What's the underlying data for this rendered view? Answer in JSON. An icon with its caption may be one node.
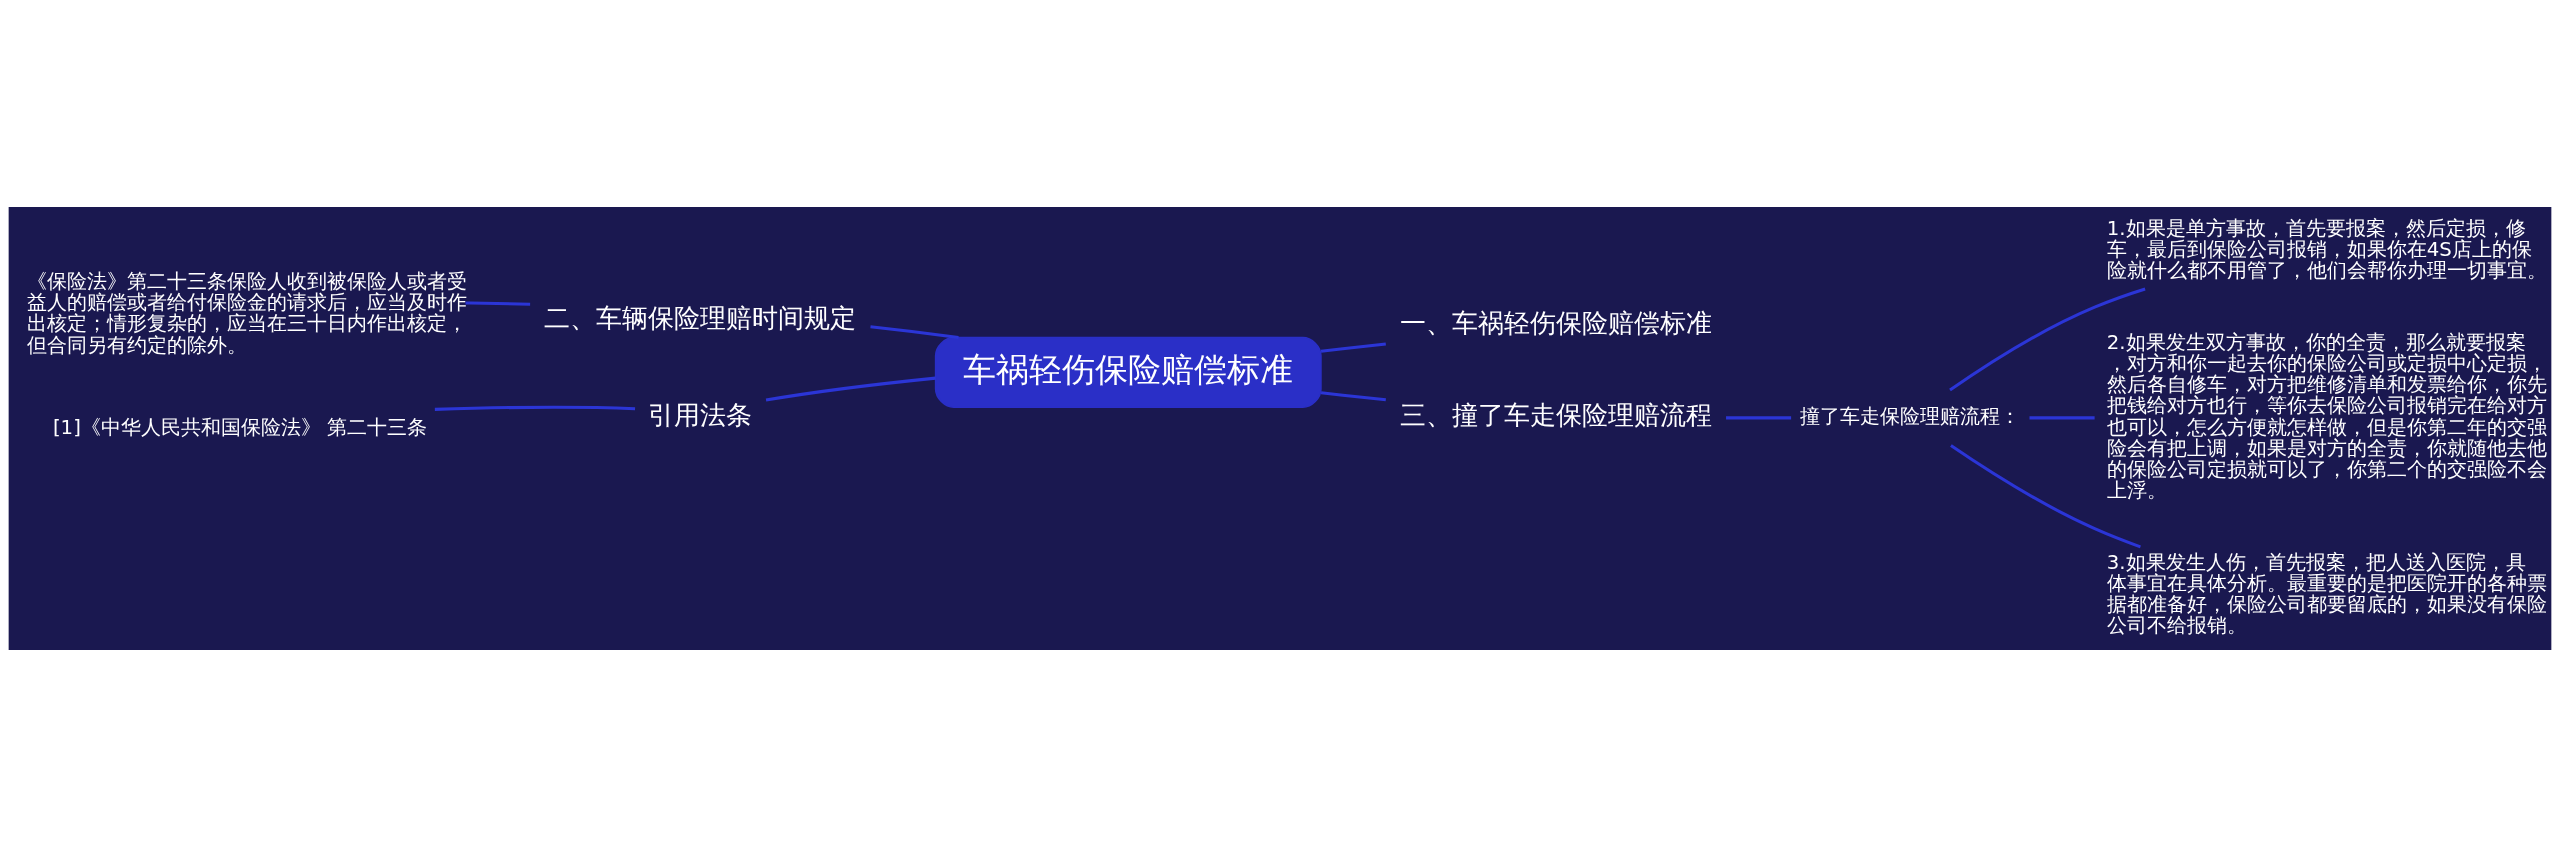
{
  "diagram": {
    "nodes": [
      {
        "text": [
          "车祸轻伤保险赔偿标准"
        ]
      },
      {
        "text": [
          "一、车祸轻伤保险赔偿标准"
        ]
      },
      {
        "text": [
          "二、车辆保险理赔时间规定"
        ]
      },
      {
        "text": [
          "《保险法》第二十三条保险人收到被保险人或者受益人的赔偿或者给付保险金的请求后，应当及时作出核定；情形复杂的，应当在三十日内作出核定，但合同另有约定的除外。"
        ]
      },
      {
        "text": [
          "引用法条"
        ]
      },
      {
        "text": [
          "[1]《中华人民共和国保险法》 第二十三条"
        ]
      },
      {
        "text": [
          "三、撞了车走保险理赔流程"
        ]
      },
      {
        "text": [
          "撞了车走保险理赔流程："
        ]
      },
      {
        "text": [
          "1.如果是单方事故，首先要报案，然后定损，修车，最后到保险公司报销，如果你在4S店上的保险就什么都不用管了，他们会帮你办理一切事宜。"
        ]
      },
      {
        "text": [
          "2.如果发生双方事故，你的全责，那么就要报案，对方和你一起去你的保险公司或定损中心定损，然后各自修车，对方把维修清单和发票给你，你先把钱给对方也行，等你去保险公司报销完在给对方也可以，怎么方便就怎样做，但是你第二年的交强险会有把上调，如果是对方的全责，你就随他去他的保险公司定损就可以了，你第二个的交强险不会上浮。"
        ]
      },
      {
        "text": [
          "3.如果发生人伤，首先报案，把人送入医院，具体事宜在具体分析。最重要的是把医院开的各种票据都准备好，保险公司都要留底的，如果没有保险公司不给报销。"
        ]
      }
    ],
    "edges": [
      {
        "from": 0,
        "to": 1,
        "arrow": "none"
      },
      {
        "from": 0,
        "to": 2,
        "arrow": "none"
      },
      {
        "from": 2,
        "to": 3,
        "arrow": "none"
      },
      {
        "from": 0,
        "to": 4,
        "arrow": "none"
      },
      {
        "from": 4,
        "to": 5,
        "arrow": "none"
      },
      {
        "from": 0,
        "to": 6,
        "arrow": "none"
      },
      {
        "from": 6,
        "to": 7,
        "arrow": "none"
      },
      {
        "from": 7,
        "to": 8,
        "arrow": "none"
      },
      {
        "from": 7,
        "to": 9,
        "arrow": "none"
      },
      {
        "from": 7,
        "to": 10,
        "arrow": "none"
      }
    ]
  }
}
